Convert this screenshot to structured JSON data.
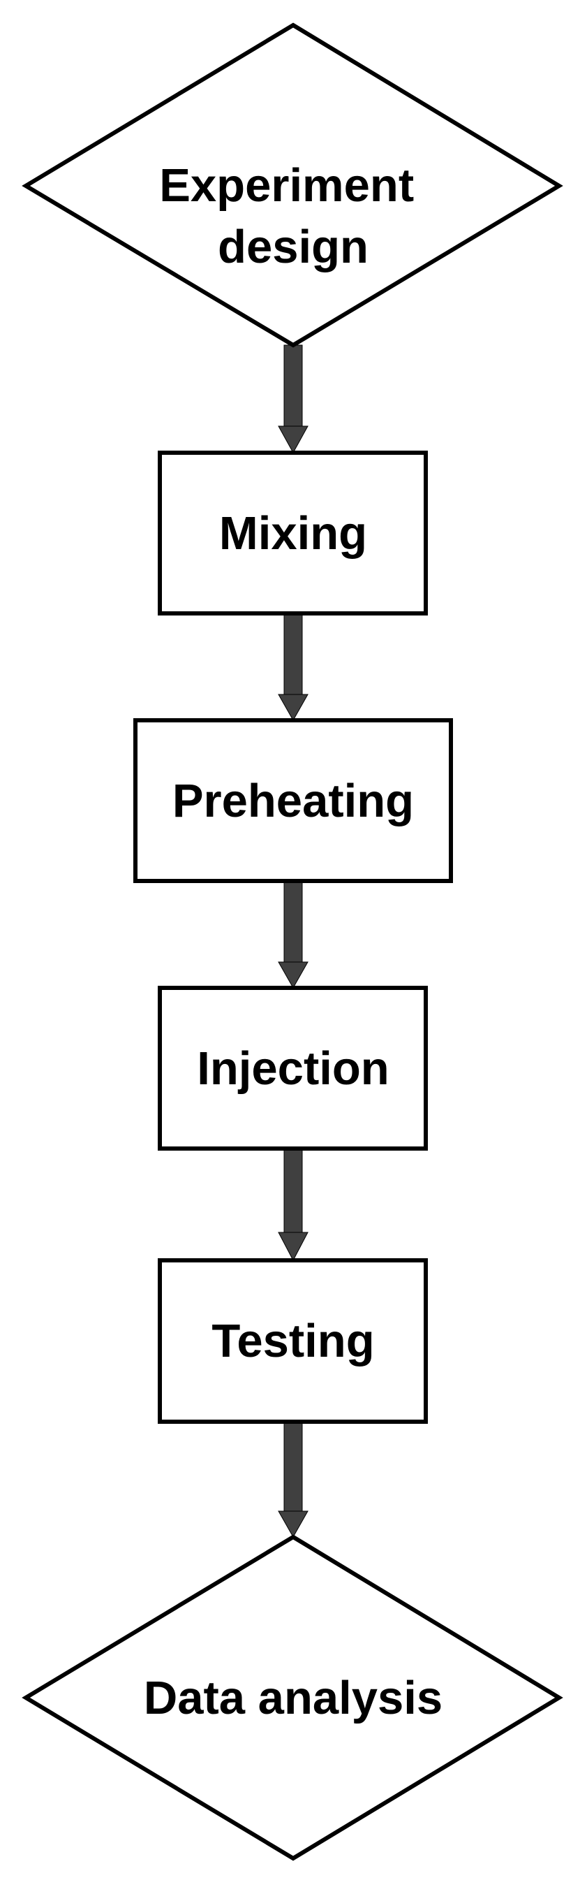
{
  "diagram": {
    "type": "flowchart",
    "direction": "top-to-bottom",
    "colors": {
      "background": "#ffffff",
      "node_border": "#000000",
      "node_fill": "#ffffff",
      "arrow": "#404040",
      "text": "#000000"
    },
    "nodes": [
      {
        "id": "experiment-design",
        "shape": "diamond",
        "lines": [
          "Experiment",
          "design"
        ]
      },
      {
        "id": "mixing",
        "shape": "rectangle",
        "lines": [
          "Mixing"
        ]
      },
      {
        "id": "preheating",
        "shape": "rectangle",
        "lines": [
          "Preheating"
        ]
      },
      {
        "id": "injection",
        "shape": "rectangle",
        "lines": [
          "Injection"
        ]
      },
      {
        "id": "testing",
        "shape": "rectangle",
        "lines": [
          "Testing"
        ]
      },
      {
        "id": "data-analysis",
        "shape": "diamond",
        "lines": [
          "Data analysis"
        ]
      }
    ],
    "edges": [
      {
        "from": "experiment-design",
        "to": "mixing"
      },
      {
        "from": "mixing",
        "to": "preheating"
      },
      {
        "from": "preheating",
        "to": "injection"
      },
      {
        "from": "injection",
        "to": "testing"
      },
      {
        "from": "testing",
        "to": "data-analysis"
      }
    ]
  }
}
